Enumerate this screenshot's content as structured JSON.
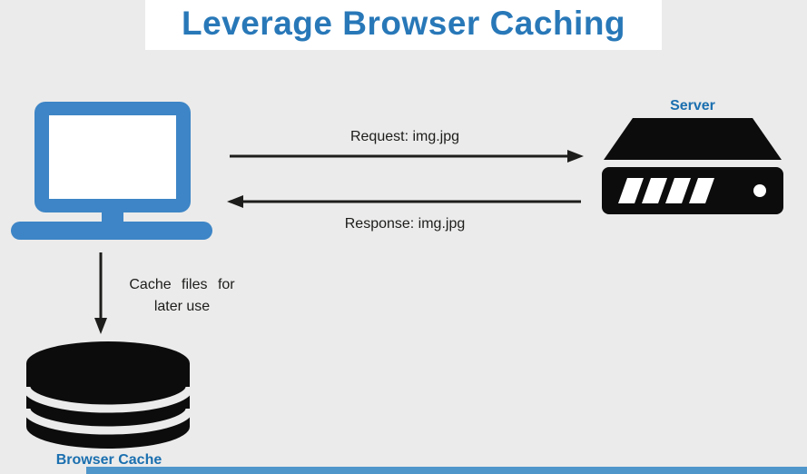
{
  "title": "Leverage Browser Caching",
  "colors": {
    "accent_blue": "#2878b8",
    "label_blue": "#1a6faf",
    "laptop_blue": "#3d85c6",
    "icon_black": "#0c0c0c",
    "background": "#ebebeb",
    "bottom_bar": "#4f96cb"
  },
  "diagram": {
    "server_label": "Server",
    "request_label": "Request: img.jpg",
    "response_label": "Response: img.jpg",
    "cache_note_line1": "Cache files for",
    "cache_note_line2": "later use",
    "browser_cache_label": "Browser Cache"
  }
}
